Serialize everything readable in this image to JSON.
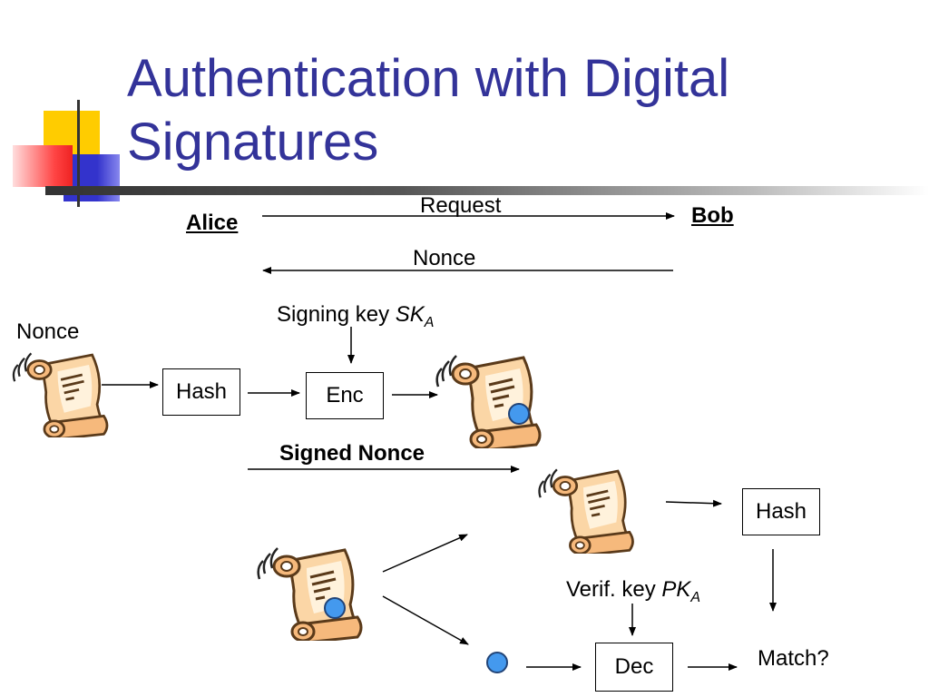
{
  "slide": {
    "title_line1": "Authentication with Digital",
    "title_line2": "Signatures",
    "title_color": "#333399",
    "accent_yellow": "#ffcc00",
    "accent_red": "#ff3333",
    "accent_blue": "#3333cc"
  },
  "protocol": {
    "alice": "Alice",
    "bob": "Bob",
    "request": "Request",
    "nonce_msg": "Nonce"
  },
  "signing": {
    "nonce_label": "Nonce",
    "hash_label": "Hash",
    "enc_label": "Enc",
    "signing_key_text": "Signing key ",
    "signing_key_var": "SK",
    "signing_key_sub": "A",
    "signed_nonce_label": "Signed Nonce"
  },
  "verification": {
    "hash_label": "Hash",
    "dec_label": "Dec",
    "verif_key_text": "Verif. key ",
    "verif_key_var": "PK",
    "verif_key_sub": "A",
    "match_label": "Match?"
  },
  "icons": {
    "scroll": "scroll-document-icon",
    "seal": "signature-seal-icon"
  }
}
